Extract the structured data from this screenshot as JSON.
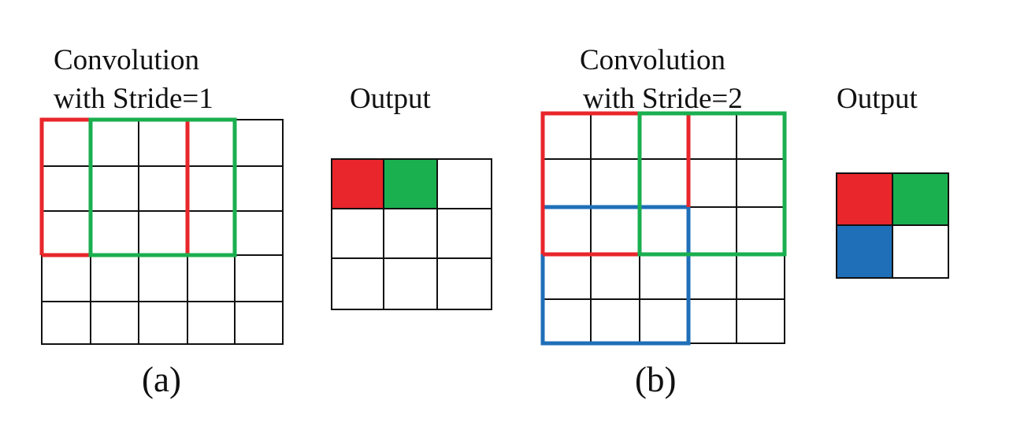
{
  "panel_a": {
    "title_line1": "Convolution",
    "title_line2": "with Stride=1",
    "output_label": "Output",
    "sublabel": "(a)",
    "input_size": 5,
    "output_size": 3,
    "kernel_size": 3,
    "stride": 1
  },
  "panel_b": {
    "title_line1": "Convolution",
    "title_line2": "with Stride=2",
    "output_label": "Output",
    "sublabel": "(b)",
    "input_size": 5,
    "output_size": 2,
    "kernel_size": 3,
    "stride": 2
  },
  "colors": {
    "red": "#e8262b",
    "green": "#1aaf4f",
    "blue": "#1f6fb8",
    "grid": "#111111"
  }
}
